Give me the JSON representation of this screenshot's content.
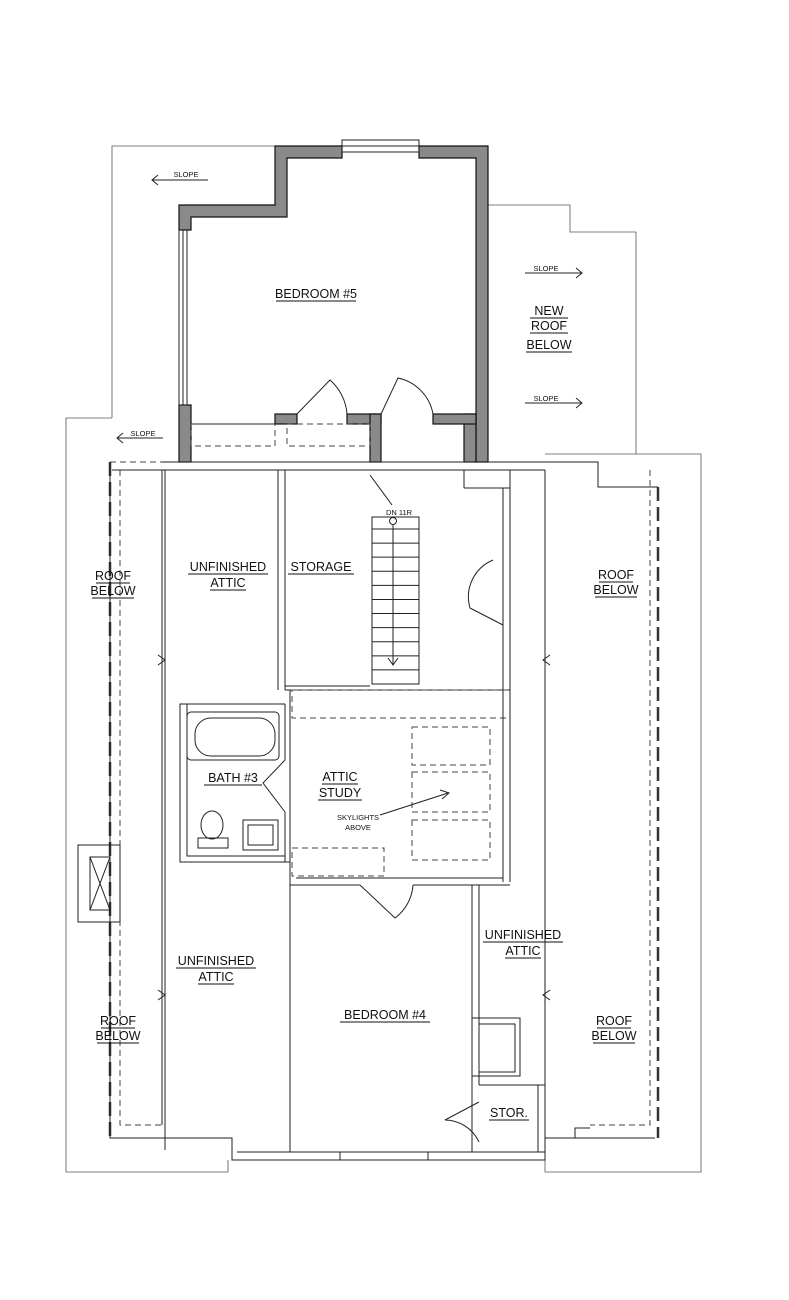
{
  "labels": {
    "bedroom5": "BEDROOM #5",
    "new_roof_1": "NEW",
    "new_roof_2": "ROOF",
    "new_roof_3": "BELOW",
    "roof_below_left_top_1": "ROOF",
    "roof_below_left_top_2": "BELOW",
    "roof_below_left_bottom_1": "ROOF",
    "roof_below_left_bottom_2": "BELOW",
    "roof_below_right_top_1": "ROOF",
    "roof_below_right_top_2": "BELOW",
    "roof_below_right_bottom_1": "ROOF",
    "roof_below_right_bottom_2": "BELOW",
    "unfinished_attic_top_1": "UNFINISHED",
    "unfinished_attic_top_2": "ATTIC",
    "unfinished_attic_bottom_1": "UNFINISHED",
    "unfinished_attic_bottom_2": "ATTIC",
    "unfinished_attic_right_1": "UNFINISHED",
    "unfinished_attic_right_2": "ATTIC",
    "storage": "STORAGE",
    "bath3": "BATH #3",
    "attic_study_1": "ATTIC",
    "attic_study_2": "STUDY",
    "skylights_1": "SKYLIGHTS",
    "skylights_2": "ABOVE",
    "bedroom4": "BEDROOM #4",
    "stor": "STOR.",
    "slope_top_left": "SLOPE",
    "slope_right_1": "SLOPE",
    "slope_right_2": "SLOPE",
    "slope_left": "SLOPE",
    "stair_note": "DN 11R"
  }
}
